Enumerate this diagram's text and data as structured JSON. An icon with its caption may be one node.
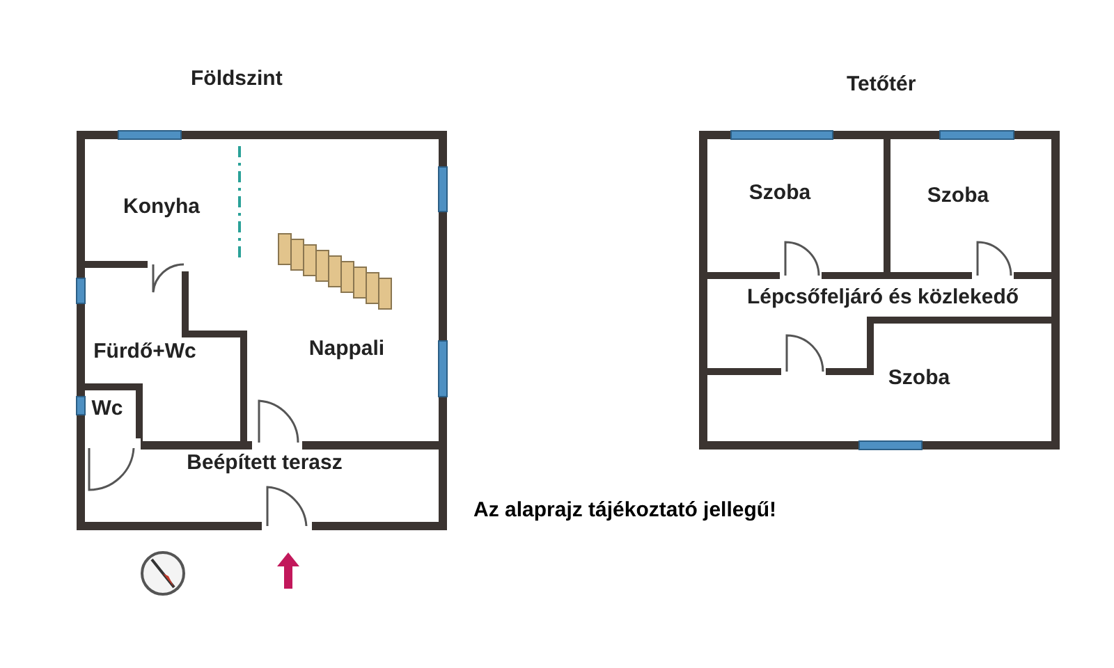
{
  "diagram": {
    "nodes": [
      {
        "text": [
          "Földszint"
        ]
      },
      {
        "text": [
          "Konyha"
        ],
        "in": 0
      },
      {
        "text": [
          "Nappali"
        ],
        "in": 0
      },
      {
        "text": [
          "Fürdő+Wc"
        ],
        "in": 0
      },
      {
        "text": [
          "Wc"
        ],
        "in": 0
      },
      {
        "text": [
          "Beépített terasz"
        ],
        "in": 0
      },
      {
        "text": [
          "Tetőtér"
        ]
      },
      {
        "text": [
          "Szoba"
        ],
        "in": 6
      },
      {
        "text": [
          "Szoba"
        ],
        "in": 6
      },
      {
        "text": [
          "Lépcsőfeljáró és közlekedő"
        ],
        "in": 6
      },
      {
        "text": [
          "Szoba"
        ],
        "in": 6
      }
    ],
    "edges": [],
    "labels": [
      "Az alaprajz tájékoztató jellegű!"
    ]
  }
}
